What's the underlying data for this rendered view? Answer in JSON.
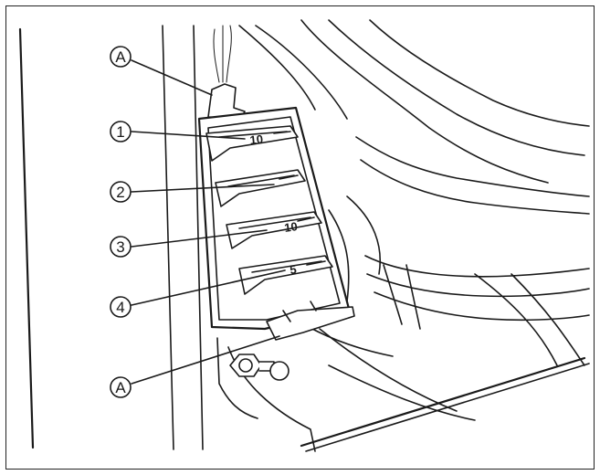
{
  "callouts": [
    {
      "label": "A"
    },
    {
      "label": "1"
    },
    {
      "label": "2"
    },
    {
      "label": "3"
    },
    {
      "label": "4"
    },
    {
      "label": "A"
    }
  ],
  "fuses": [
    {
      "rating": "10"
    },
    {
      "rating": ""
    },
    {
      "rating": "10"
    },
    {
      "rating": "5"
    }
  ]
}
